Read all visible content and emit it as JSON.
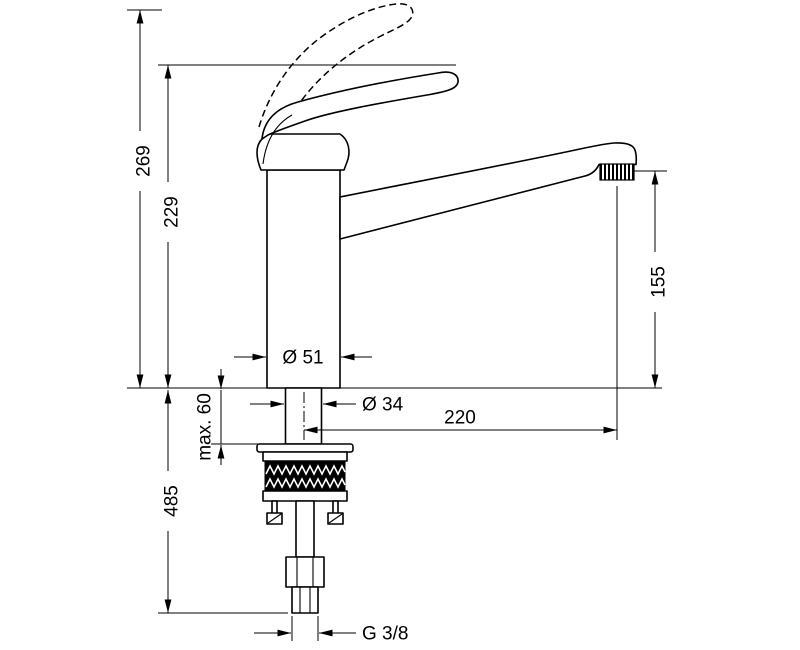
{
  "drawing": {
    "dimensions": {
      "overall_height": "269",
      "height_to_lever": "229",
      "outlet_height": "155",
      "body_diameter": "Ø 51",
      "shank_diameter": "Ø 34",
      "max_counter_thickness": "max. 60",
      "spout_reach": "220",
      "length_below_deck": "485",
      "connection_thread": "G 3/8"
    }
  }
}
